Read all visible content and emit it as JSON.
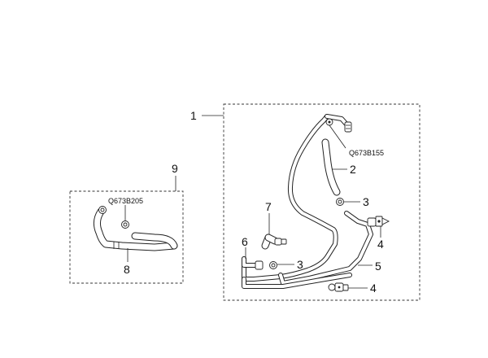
{
  "callouts": {
    "c1": "1",
    "c2": "2",
    "c3a": "3",
    "c3b": "3",
    "c4a": "4",
    "c4b": "4",
    "c5": "5",
    "c6": "6",
    "c7": "7",
    "c8": "8",
    "c9": "9"
  },
  "part_codes": {
    "clamp_upper": "Q673B155",
    "clamp_left": "Q673B205"
  }
}
